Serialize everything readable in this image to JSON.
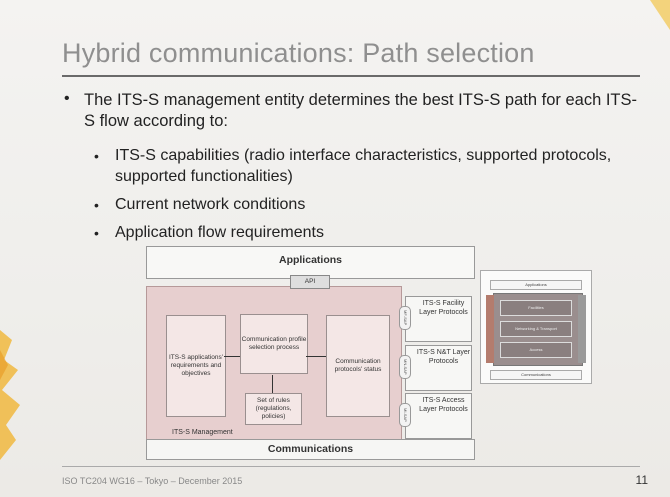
{
  "slide": {
    "title": "Hybrid communications: Path selection",
    "bullet1": "The ITS-S management entity determines the best ITS-S path for each ITS-S flow according to:",
    "sub_bullets": [
      "ITS-S capabilities (radio interface characteristics, supported protocols, supported functionalities)",
      "Current network conditions",
      "Application flow requirements"
    ],
    "footer": "ISO TC204 WG16  –  Tokyo  –  December 2015",
    "page_number": "11"
  },
  "diagram": {
    "applications": "Applications",
    "api": "API",
    "communications": "Communications",
    "management_label": "ITS-S Management",
    "app_requirements": "ITS-S applications' requirements and objectives",
    "comm_profile": "Communication profile selection process",
    "comm_status": "Communication protocols' status",
    "rules": "Set of rules (regulations, policies)",
    "layers": [
      "ITS-S Facility Layer Protocols",
      "ITS-S N&T Layer Protocols",
      "ITS-S Access Layer Protocols"
    ],
    "saps": [
      "MF-SAP",
      "MN-SAP",
      "MI-SAP"
    ]
  },
  "mini_diagram": {
    "applications": "Applications",
    "communications": "Communications",
    "layers": [
      "Facilities",
      "Networking & Transport",
      "Access"
    ]
  },
  "colors": {
    "management_fill": "#e7cfcf",
    "title_color": "#8f8f8f"
  }
}
